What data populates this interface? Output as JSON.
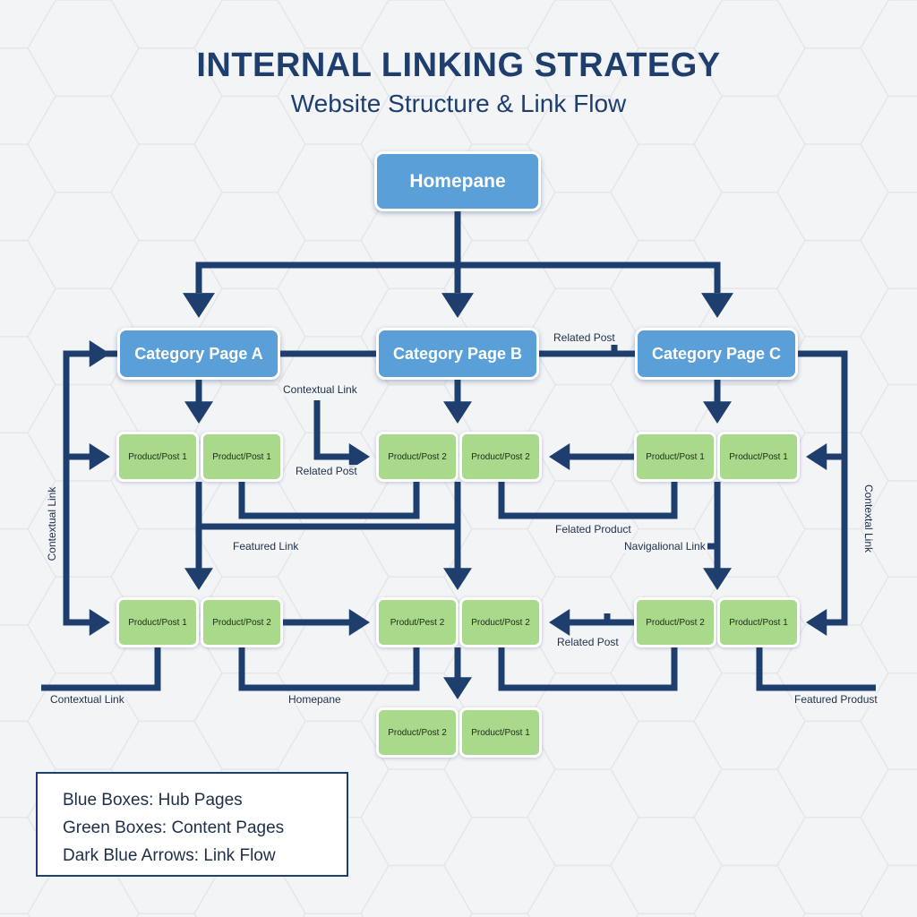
{
  "header": {
    "title": "INTERNAL LINKING STRATEGY",
    "subtitle": "Website Structure & Link Flow"
  },
  "hubs": {
    "homepage": "Homepane",
    "category_a": "Category Page A",
    "category_b": "Category Page B",
    "category_c": "Category Page C"
  },
  "content_boxes": {
    "row1": [
      "Product/Post 1",
      "Product/Post 1",
      "Product/Post 2",
      "Product/Post 2",
      "Product/Post 1",
      "Product/Post 1"
    ],
    "row2": [
      "Product/Post 1",
      "Product/Post 2",
      "Produt/Pest 2",
      "Product/Post 2",
      "Product/Post 2",
      "Product/Post 1"
    ],
    "row3": [
      "Product/Post 2",
      "Product/Post 1"
    ]
  },
  "link_labels": {
    "related_post_top": "Related Post",
    "contextual_link_mid": "Contextual Link",
    "related_post_mid": "Related Post",
    "featured_link": "Featured Link",
    "felated_product": "Felated Product",
    "navigational_link": "Navigalional Link",
    "related_post_bottom": "Related Post",
    "contextual_link_bottom": "Contextual Link",
    "homepane_bottom": "Homepane",
    "featured_product_bottom": "Featured Produst",
    "contextual_link_left_vertical": "Contextual Link",
    "contextual_link_right_vertical": "Contextal Link"
  },
  "legend": {
    "blue": "Blue Boxes: Hub Pages",
    "green": "Green Boxes: Content Pages",
    "arrows": "Dark Blue Arrows: Link Flow"
  },
  "colors": {
    "hub": "#5a9fd8",
    "content": "#a9d98a",
    "arrow": "#1e3f6e",
    "background": "#f3f4f6"
  }
}
